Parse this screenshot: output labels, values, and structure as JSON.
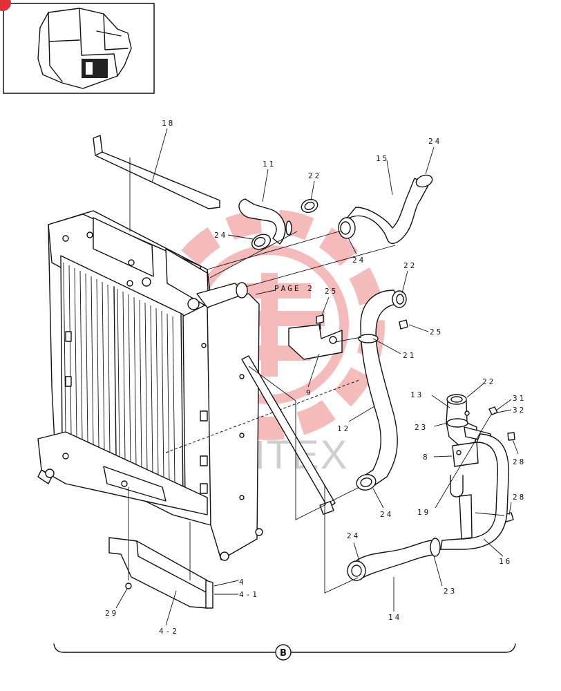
{
  "watermark": {
    "text": "ИНТЕХ",
    "color": "#f2a5a5"
  },
  "section_label": "B",
  "page_ref": "PAGE 2",
  "badge_color": "#e0313a",
  "callouts": {
    "c18": "18",
    "c11": "11",
    "c22a": "22",
    "c15": "15",
    "c24a": "24",
    "c24b": "24",
    "c24c": "24",
    "c25a": "25",
    "c22b": "22",
    "c25b": "25",
    "c21": "21",
    "c9": "9",
    "c12": "12",
    "c13": "13",
    "c22c": "22",
    "c23a": "23",
    "c31": "31",
    "c32": "32",
    "c8": "8",
    "c28a": "28",
    "c19": "19",
    "c28b": "28",
    "c24d": "24",
    "c16": "16",
    "c24e": "24",
    "c23b": "23",
    "c14": "14",
    "c4": "4",
    "c4_1": "4-1",
    "c29": "29",
    "c4_2": "4-2"
  }
}
